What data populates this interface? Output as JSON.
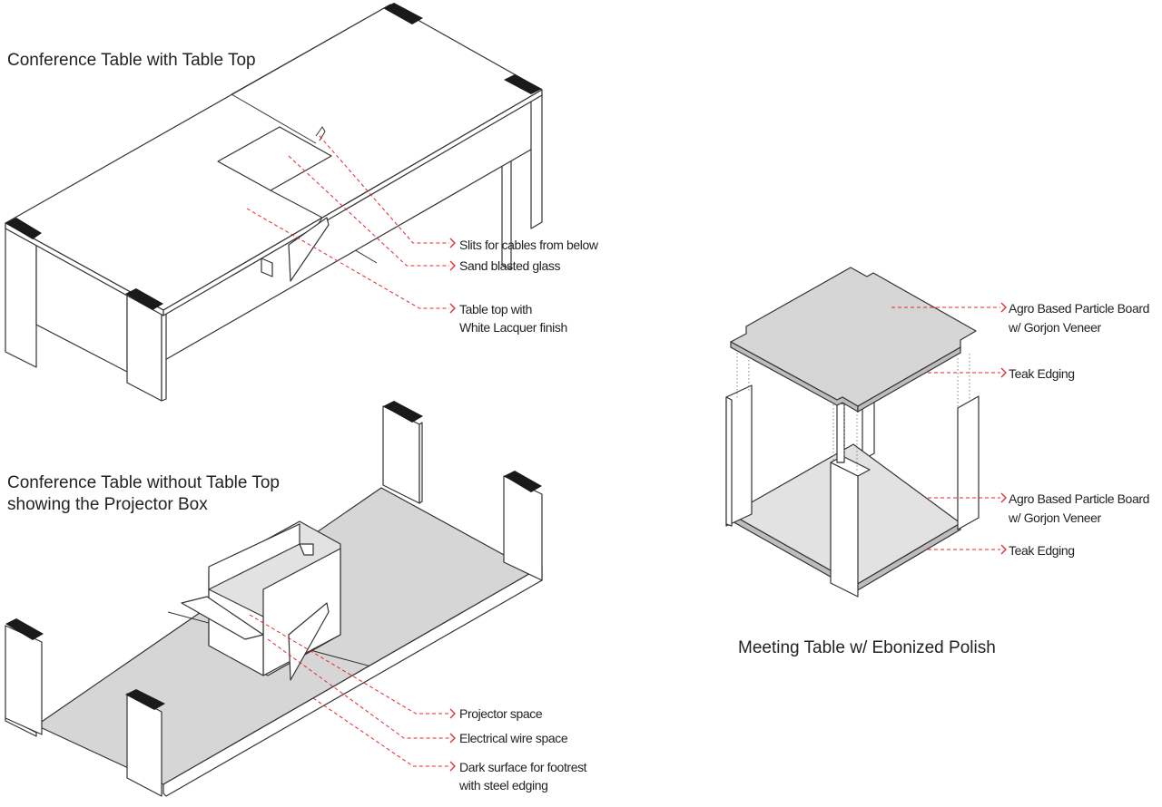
{
  "accent_color": "#e8262b",
  "titles": {
    "conference_with_top": "Conference Table with Table Top",
    "conference_without_top_line1": "Conference Table without Table Top",
    "conference_without_top_line2": "showing the Projector Box",
    "meeting_table": "Meeting Table w/ Ebonized Polish"
  },
  "callouts": {
    "slits": "Slits for cables from below",
    "glass": "Sand blasted glass",
    "top_line1": "Table top with",
    "top_line2": "White Lacquer finish",
    "projector": "Projector space",
    "electrical": "Electrical wire space",
    "footrest_line1": "Dark surface for footrest",
    "footrest_line2": "with steel edging",
    "agro_top_line1": "Agro Based Particle Board",
    "agro_top_line2": "w/ Gorjon Veneer",
    "teak_top": "Teak Edging",
    "agro_bottom_line1": "Agro Based Particle Board",
    "agro_bottom_line2": "w/ Gorjon Veneer",
    "teak_bottom": "Teak Edging"
  }
}
